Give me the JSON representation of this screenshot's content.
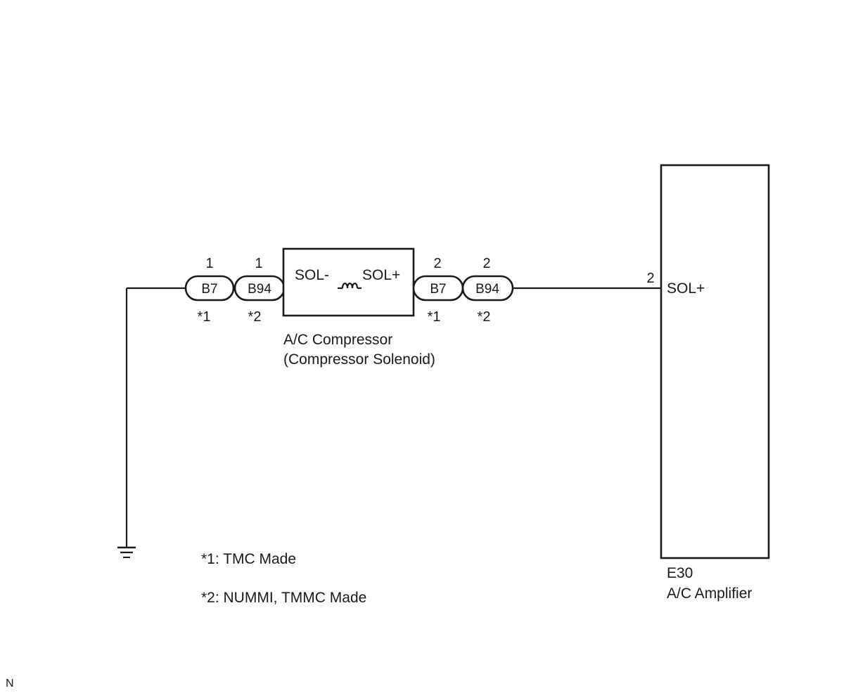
{
  "connectors": {
    "left_b7": {
      "id": "B7",
      "pin": "1",
      "note": "*1"
    },
    "left_b94": {
      "id": "B94",
      "pin": "1",
      "note": "*2"
    },
    "right_b7": {
      "id": "B7",
      "pin": "2",
      "note": "*1"
    },
    "right_b94": {
      "id": "B94",
      "pin": "2",
      "note": "*2"
    }
  },
  "compressor": {
    "terminal_neg": "SOL-",
    "terminal_pos": "SOL+",
    "name_line1": "A/C Compressor",
    "name_line2": "(Compressor Solenoid)"
  },
  "amplifier": {
    "pin": "2",
    "terminal": "SOL+",
    "code": "E30",
    "name": "A/C Amplifier"
  },
  "notes": {
    "note1": "*1: TMC Made",
    "note2": "*2: NUMMI, TMMC Made"
  },
  "corner_mark": "N"
}
